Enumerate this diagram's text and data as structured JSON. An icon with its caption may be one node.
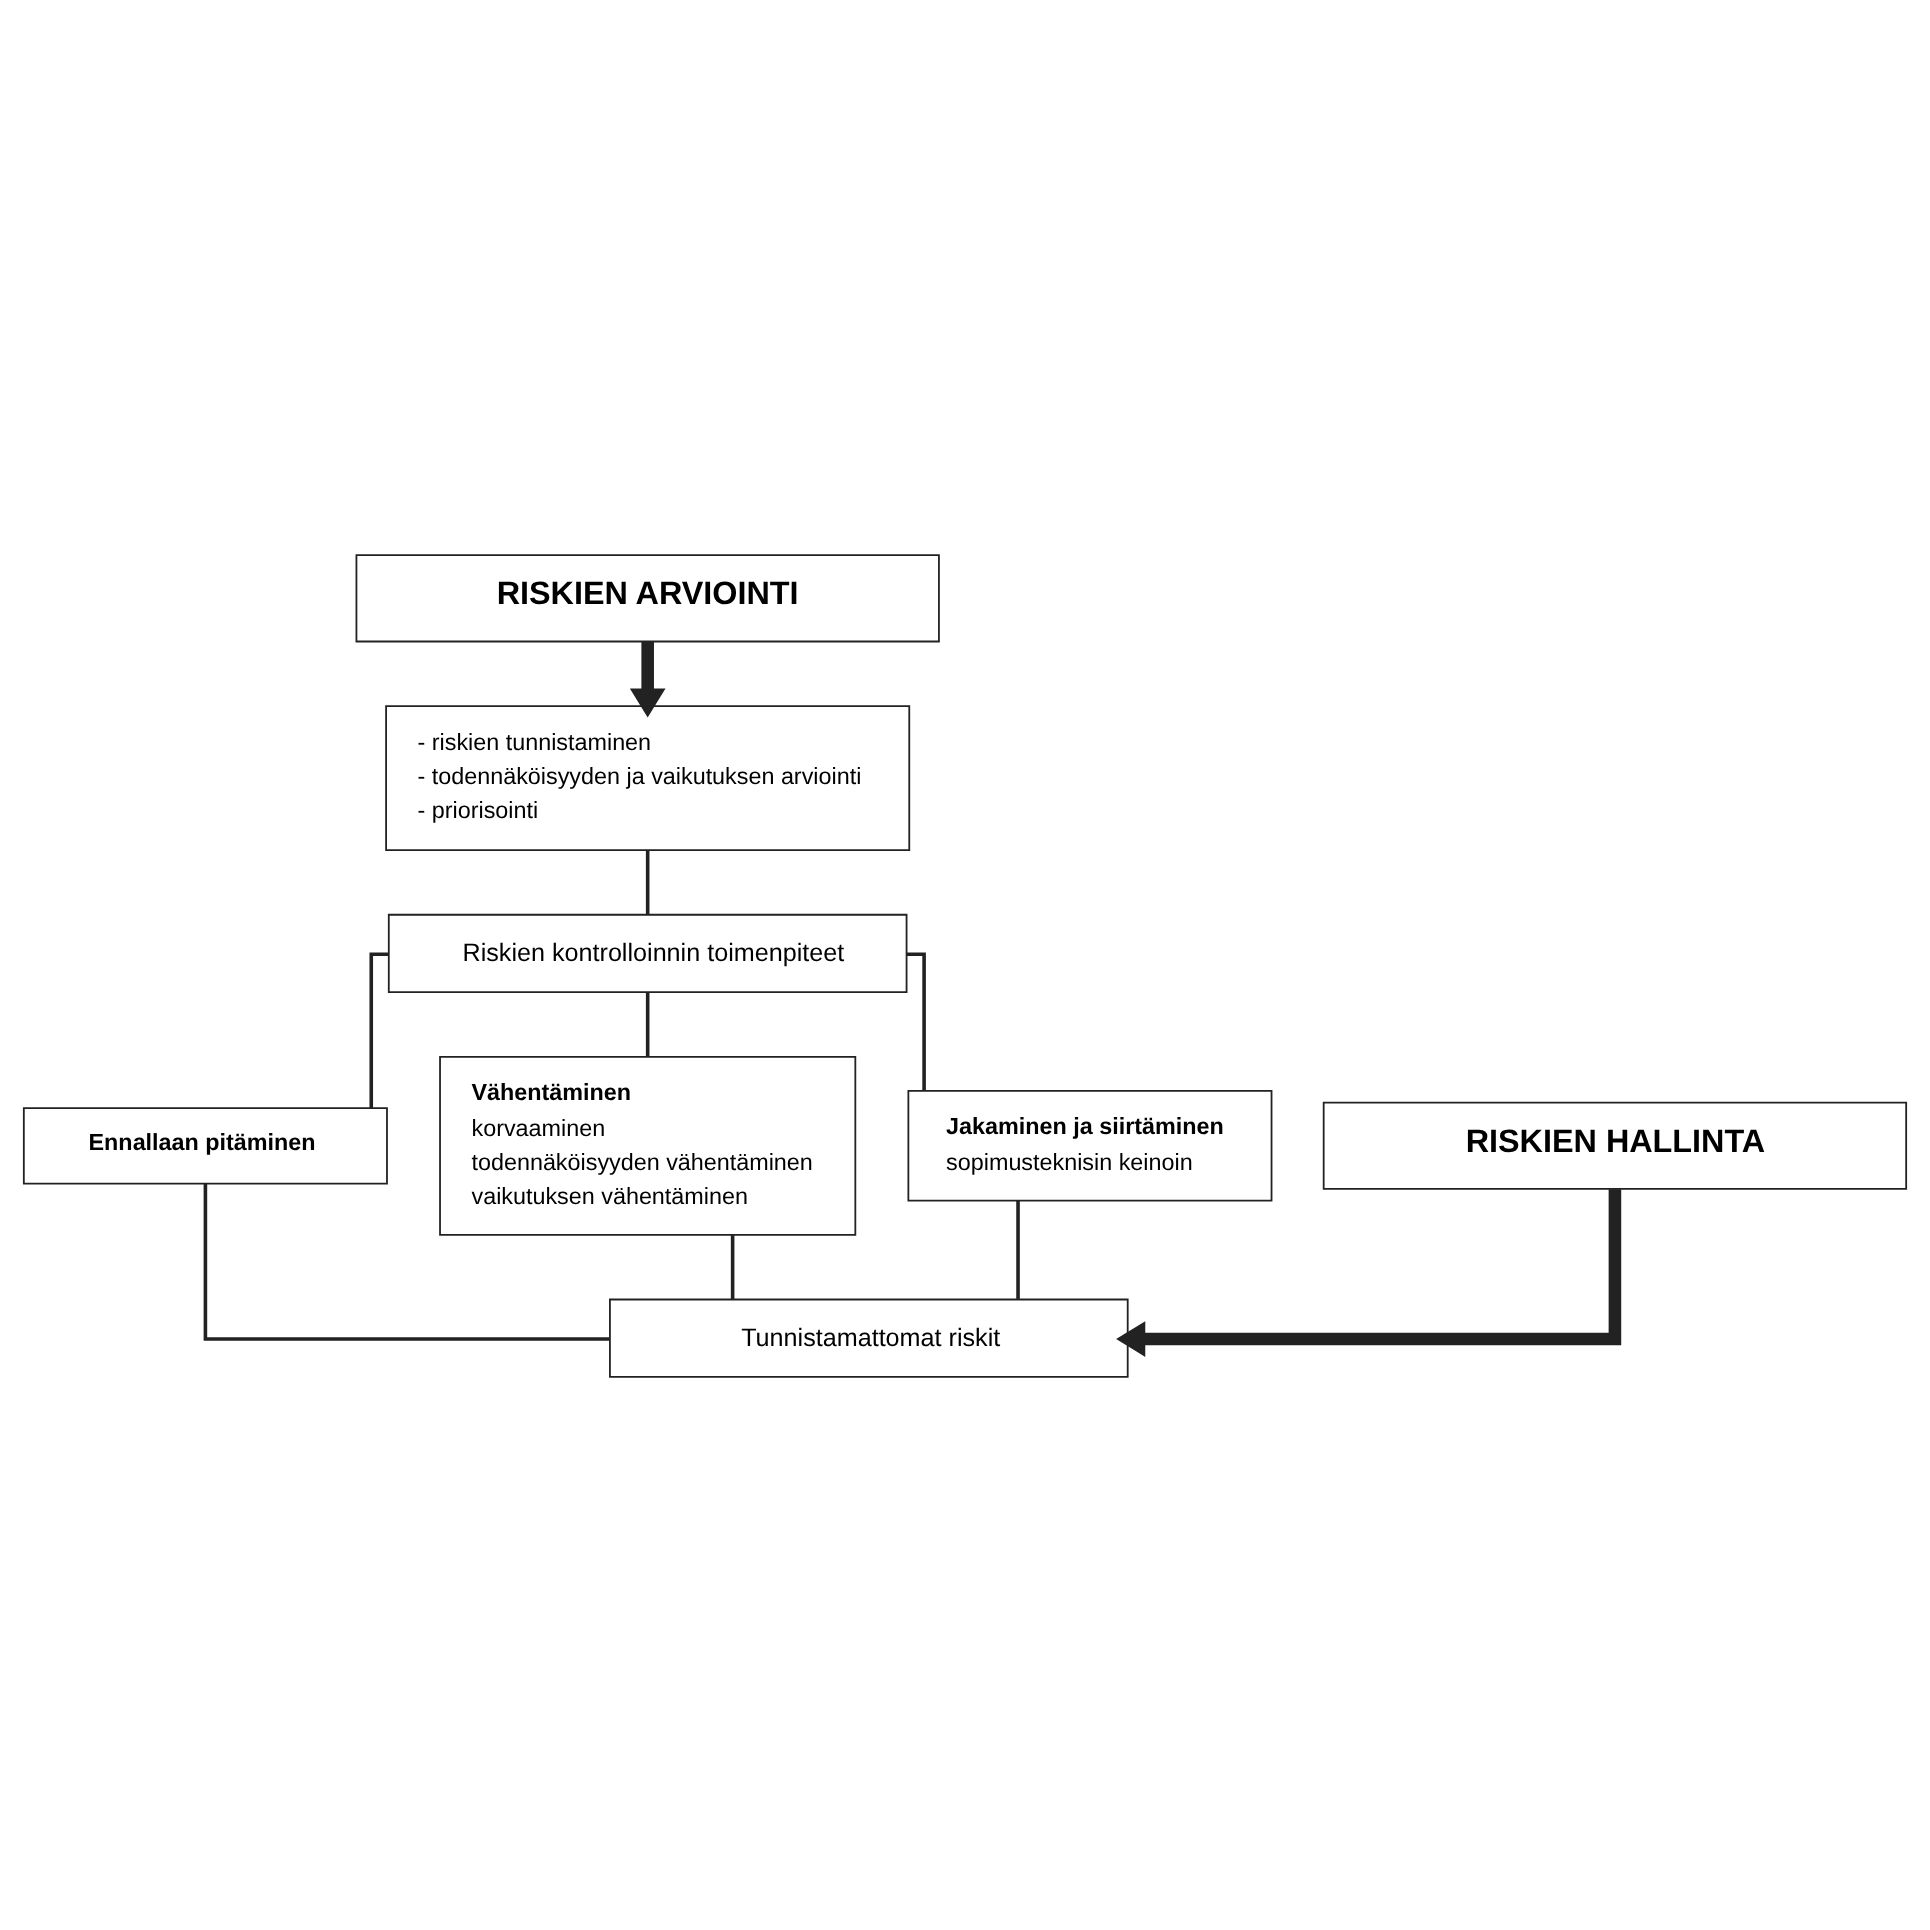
{
  "diagram": {
    "nodes": [
      {
        "text": [
          "RISKIEN ARVIOINTI"
        ]
      },
      {
        "text": [
          "- riskien tunnistaminen",
          "- todennäköisyyden ja vaikutuksen arviointi",
          "- priorisointi"
        ]
      },
      {
        "text": [
          "Riskien kontrolloinnin toimenpiteet"
        ]
      },
      {
        "text": [
          "Ennallaan pitäminen"
        ]
      },
      {
        "text": [
          "Vähentäminen",
          "korvaaminen",
          "todennäköisyyden vähentäminen",
          "vaikutuksen vähentäminen"
        ]
      },
      {
        "text": [
          "Jakaminen ja siirtäminen",
          "sopimusteknisin keinoin"
        ]
      },
      {
        "text": [
          "Tunnistamattomat riskit"
        ]
      },
      {
        "text": [
          "RISKIEN HALLINTA"
        ]
      }
    ],
    "edges": [
      {
        "from": 0,
        "to": 1,
        "arrow": "to",
        "style": "thick"
      },
      {
        "from": 1,
        "to": 2,
        "arrow": "none"
      },
      {
        "from": 2,
        "to": 3,
        "arrow": "none"
      },
      {
        "from": 2,
        "to": 4,
        "arrow": "none"
      },
      {
        "from": 2,
        "to": 5,
        "arrow": "none"
      },
      {
        "from": 3,
        "to": 6,
        "arrow": "none"
      },
      {
        "from": 4,
        "to": 6,
        "arrow": "none"
      },
      {
        "from": 5,
        "to": 6,
        "arrow": "none"
      },
      {
        "from": 7,
        "to": 6,
        "arrow": "to",
        "style": "thick"
      }
    ]
  }
}
